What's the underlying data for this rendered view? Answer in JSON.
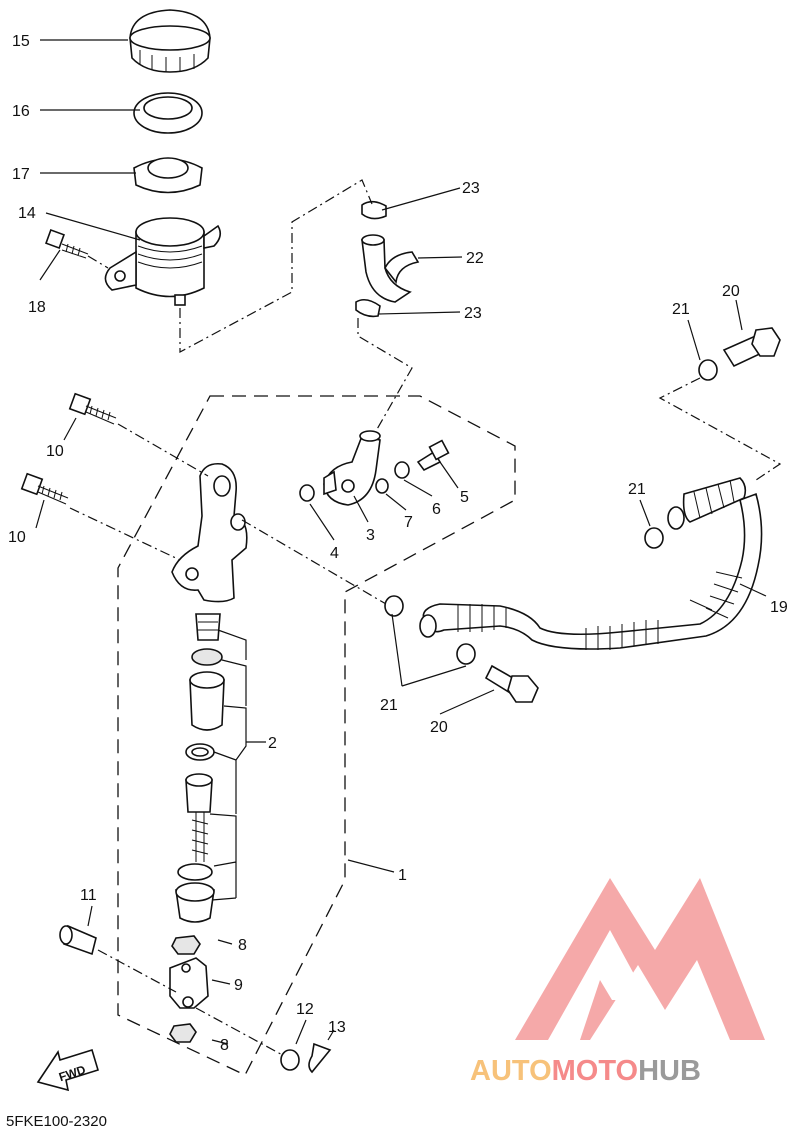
{
  "callouts": [
    {
      "id": "c1",
      "text": "1"
    },
    {
      "id": "c2",
      "text": "2"
    },
    {
      "id": "c3",
      "text": "3"
    },
    {
      "id": "c4",
      "text": "4"
    },
    {
      "id": "c5",
      "text": "5"
    },
    {
      "id": "c6",
      "text": "6"
    },
    {
      "id": "c7",
      "text": "7"
    },
    {
      "id": "c8a",
      "text": "8"
    },
    {
      "id": "c8b",
      "text": "8"
    },
    {
      "id": "c9",
      "text": "9"
    },
    {
      "id": "c10a",
      "text": "10"
    },
    {
      "id": "c10b",
      "text": "10"
    },
    {
      "id": "c11",
      "text": "11"
    },
    {
      "id": "c12",
      "text": "12"
    },
    {
      "id": "c13",
      "text": "13"
    },
    {
      "id": "c14",
      "text": "14"
    },
    {
      "id": "c15",
      "text": "15"
    },
    {
      "id": "c16",
      "text": "16"
    },
    {
      "id": "c17",
      "text": "17"
    },
    {
      "id": "c18",
      "text": "18"
    },
    {
      "id": "c19",
      "text": "19"
    },
    {
      "id": "c20a",
      "text": "20"
    },
    {
      "id": "c20b",
      "text": "20"
    },
    {
      "id": "c21a",
      "text": "21"
    },
    {
      "id": "c21b",
      "text": "21"
    },
    {
      "id": "c21c",
      "text": "21"
    },
    {
      "id": "c22",
      "text": "22"
    },
    {
      "id": "c23a",
      "text": "23"
    },
    {
      "id": "c23b",
      "text": "23"
    }
  ],
  "diagram_code": "5FKE100-2320",
  "fwd_label": "FWD",
  "watermark": {
    "part1": "AUTO",
    "part2": "MOTO",
    "part3": "HUB",
    "color1": "#f7c27a",
    "color2": "#f58a8a",
    "color3": "#9a9a9a",
    "logo_color": "#f5a0a0"
  }
}
